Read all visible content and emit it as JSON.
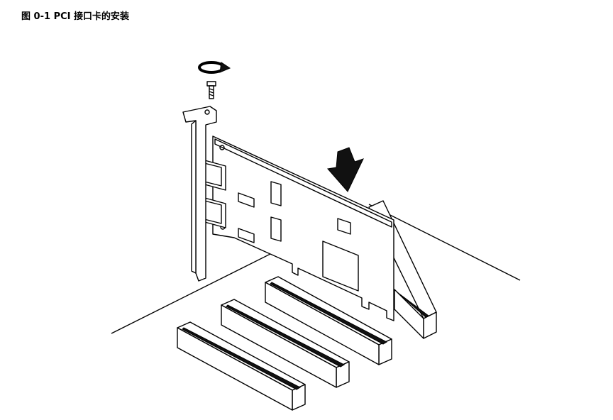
{
  "caption": {
    "label": "图",
    "number": "0-1",
    "title": "PCI 接口卡的安装"
  }
}
